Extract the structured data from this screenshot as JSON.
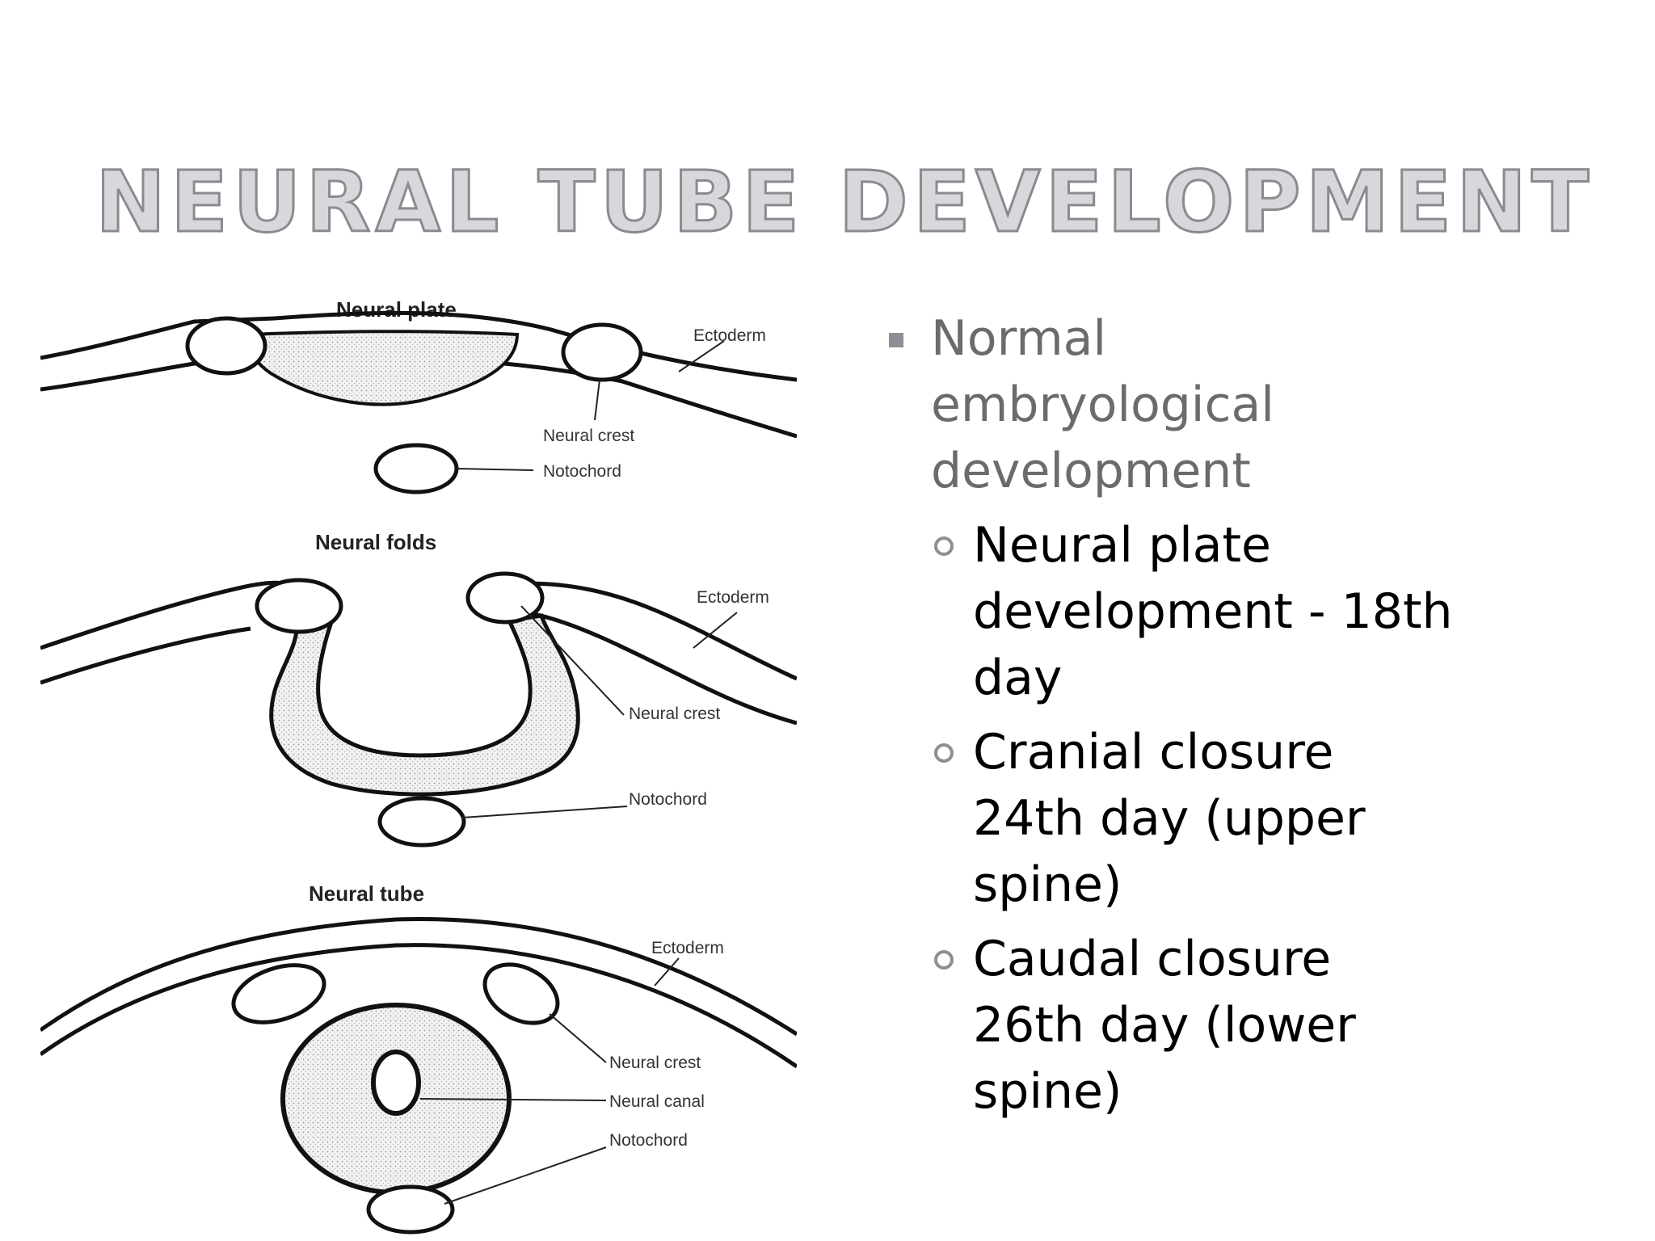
{
  "slide": {
    "title": "NEURAL TUBE DEVELOPMENT"
  },
  "diagram": {
    "stage1": {
      "title": "Neural plate",
      "labels": {
        "ectoderm": "Ectoderm",
        "neural_crest": "Neural crest",
        "notochord": "Notochord"
      }
    },
    "stage2": {
      "title": "Neural folds",
      "labels": {
        "ectoderm": "Ectoderm",
        "neural_crest": "Neural crest",
        "notochord": "Notochord"
      }
    },
    "stage3": {
      "title": "Neural tube",
      "labels": {
        "ectoderm": "Ectoderm",
        "neural_crest": "Neural crest",
        "neural_canal": "Neural canal",
        "notochord": "Notochord"
      }
    }
  },
  "bullets": {
    "main": "Normal embryological development",
    "sub": [
      "Neural plate development - 18th day",
      "Cranial closure 24th day (upper spine)",
      "Caudal closure 26th day (lower spine)"
    ]
  },
  "colors": {
    "title_fill": "#d8d8dc",
    "title_stroke": "#8a8a90",
    "bullet_gray": "#8e8e94",
    "main_text": "#6b6b6f"
  },
  "icons": {
    "main_bullet": "square-bullet-icon",
    "sub_bullet": "circle-bullet-icon"
  }
}
